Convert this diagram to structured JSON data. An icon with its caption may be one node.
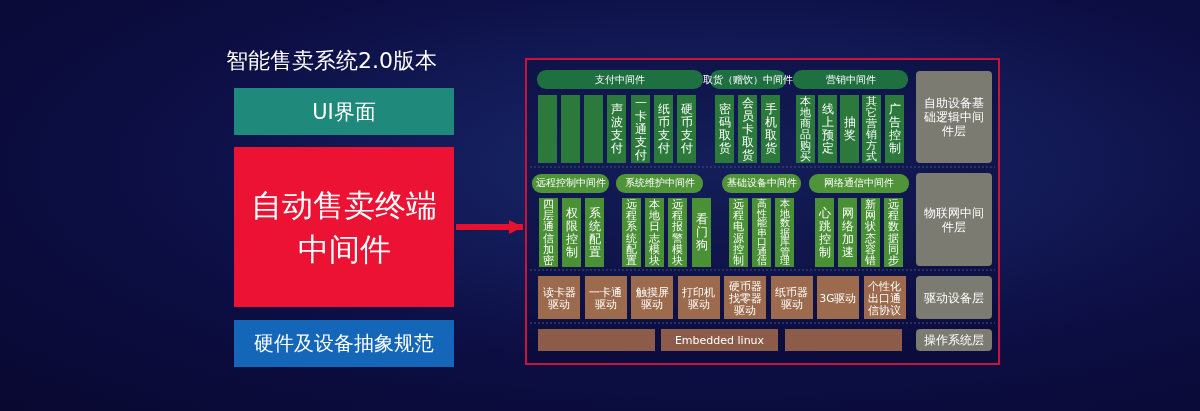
{
  "diagram": {
    "title": "智能售卖系统2.0版本",
    "nodes": [
      {
        "text": [
          "UI界面"
        ]
      },
      {
        "text": [
          "自动售卖终端中间件"
        ]
      },
      {
        "text": [
          "硬件及设备抽象规范"
        ]
      },
      {
        "text": [],
        "shape": "box"
      },
      {
        "text": [
          "支付中间件"
        ],
        "in": 3
      },
      {
        "text": [
          "取货（赠饮）中间件"
        ],
        "in": 3
      },
      {
        "text": [
          "营销中间件"
        ],
        "in": 3
      },
      {
        "text": [],
        "shape": "box",
        "in": 3
      },
      {
        "text": [],
        "shape": "box",
        "in": 3
      },
      {
        "text": [],
        "shape": "box",
        "in": 3
      },
      {
        "text": [
          "声波支付"
        ],
        "in": 3
      },
      {
        "text": [
          "一卡通支付"
        ],
        "in": 3
      },
      {
        "text": [
          "纸币支付"
        ],
        "in": 3
      },
      {
        "text": [
          "硬币支付"
        ],
        "in": 3
      },
      {
        "text": [
          "密码取货"
        ],
        "in": 3
      },
      {
        "text": [
          "会员卡取货"
        ],
        "in": 3
      },
      {
        "text": [
          "手机取货"
        ],
        "in": 3
      },
      {
        "text": [
          "本地商品购买"
        ],
        "in": 3
      },
      {
        "text": [
          "线上预定"
        ],
        "in": 3
      },
      {
        "text": [
          "抽奖"
        ],
        "in": 3
      },
      {
        "text": [
          "其它营销方式"
        ],
        "in": 3
      },
      {
        "text": [
          "广告控制"
        ],
        "in": 3
      },
      {
        "text": [
          "自助设备基础逻辑中间件层"
        ],
        "in": 3
      },
      {
        "text": [
          "远程控制中间件"
        ],
        "in": 3
      },
      {
        "text": [
          "系统维护中间件"
        ],
        "in": 3
      },
      {
        "text": [
          "基础设备中间件"
        ],
        "in": 3
      },
      {
        "text": [
          "网络通信中间件"
        ],
        "in": 3
      },
      {
        "text": [
          "四层通信加密"
        ],
        "in": 3
      },
      {
        "text": [
          "权限控制"
        ],
        "in": 3
      },
      {
        "text": [
          "系统配置"
        ],
        "in": 3
      },
      {
        "text": [
          "远程系统配置"
        ],
        "in": 3
      },
      {
        "text": [
          "本地日志模块"
        ],
        "in": 3
      },
      {
        "text": [
          "远程报警模块"
        ],
        "in": 3
      },
      {
        "text": [
          "看门狗"
        ],
        "in": 3
      },
      {
        "text": [
          "远程电源控制"
        ],
        "in": 3
      },
      {
        "text": [
          "高性能串口通信"
        ],
        "in": 3
      },
      {
        "text": [
          "本地数据库管理"
        ],
        "in": 3
      },
      {
        "text": [
          "心跳控制"
        ],
        "in": 3
      },
      {
        "text": [
          "网络加速"
        ],
        "in": 3
      },
      {
        "text": [
          "新网状态容错"
        ],
        "in": 3
      },
      {
        "text": [
          "远程数据同步"
        ],
        "in": 3
      },
      {
        "text": [
          "物联网中间件层"
        ],
        "in": 3
      },
      {
        "text": [
          "读卡器驱动"
        ],
        "in": 3
      },
      {
        "text": [
          "一卡通驱动"
        ],
        "in": 3
      },
      {
        "text": [
          "触摸屏驱动"
        ],
        "in": 3
      },
      {
        "text": [
          "打印机驱动"
        ],
        "in": 3
      },
      {
        "text": [
          "硬币器找零器驱动"
        ],
        "in": 3
      },
      {
        "text": [
          "纸币器驱动"
        ],
        "in": 3
      },
      {
        "text": [
          "3G驱动"
        ],
        "in": 3
      },
      {
        "text": [
          "个性化出口通信协议"
        ],
        "in": 3
      },
      {
        "text": [
          "驱动设备层"
        ],
        "in": 3
      },
      {
        "text": [],
        "shape": "box",
        "in": 3
      },
      {
        "text": [
          "Embedded linux"
        ],
        "in": 3
      },
      {
        "text": [],
        "shape": "box",
        "in": 3
      },
      {
        "text": [
          "操作系统层"
        ],
        "in": 3
      }
    ],
    "edges": [
      {
        "from": 1,
        "to": 3,
        "arrow": "to",
        "color": "#e8112d"
      }
    ]
  }
}
